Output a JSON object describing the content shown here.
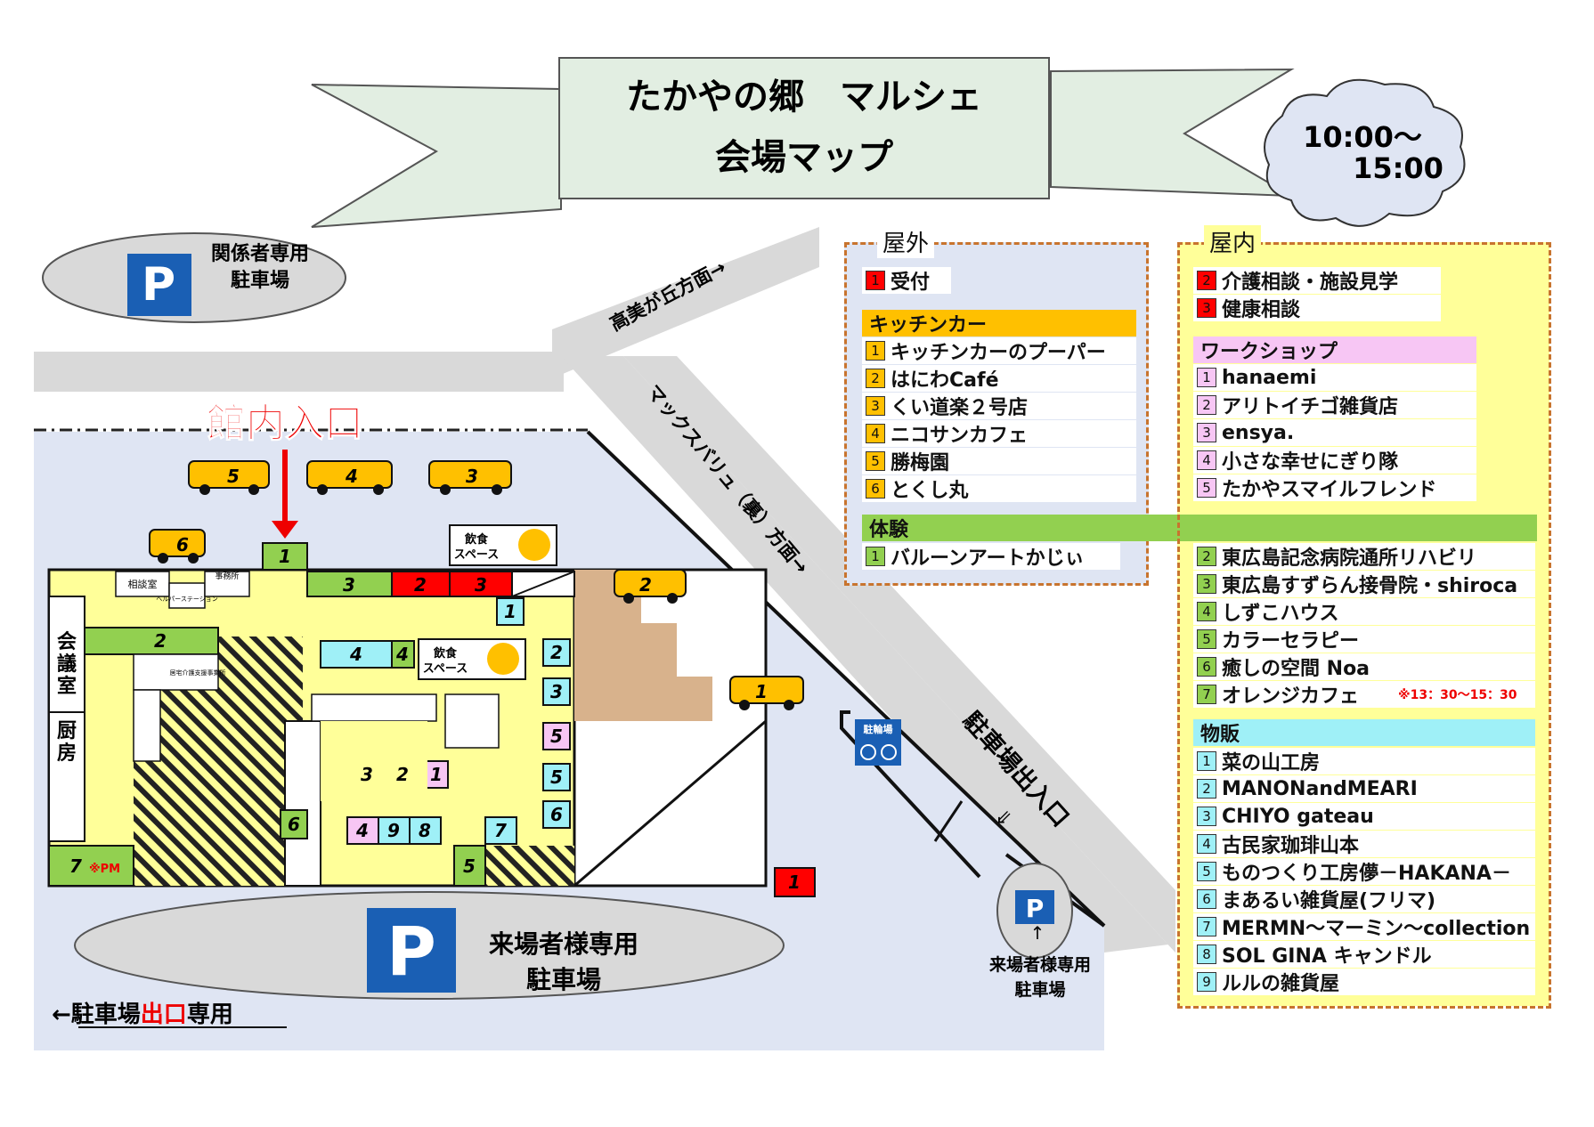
{
  "title": {
    "line1": "たかやの郷　マルシェ",
    "line2": "会場マップ"
  },
  "hours": {
    "start": "10:00～",
    "end": "15:00"
  },
  "colors": {
    "kitchen": "#ffc000",
    "workshop": "#f7c6f4",
    "experience": "#92d050",
    "sales": "#9ff0f7",
    "red": "#ff0000",
    "outdoor_bg": "#dfe5f3",
    "indoor_bg": "#ffff99"
  },
  "parking": {
    "staff_l1": "関係者専用",
    "staff_l2": "駐車場",
    "visitor_l1": "来場者様専用",
    "visitor_l2": "駐車場",
    "small_l1": "来場者様専用",
    "small_l2": "駐車場",
    "symbol": "P",
    "exit_note_a": "←駐車場",
    "exit_note_b": "出口",
    "exit_note_c": "専用"
  },
  "map_labels": {
    "entrance": "館内入口",
    "to_takami": "高美が丘方面→",
    "to_maxvalu": "マックスバリュ（裏）方面→",
    "parking_entrance": "駐車場出入口",
    "bicycle": "駐輪場",
    "arrow_up": "↑",
    "arrow_diag": "⇙",
    "meeting_room": "会議室",
    "kitchen_room": "厨房",
    "consult_room": "相談室",
    "office": "事務所",
    "helper_station": "ヘルパーステーション",
    "care_support": "居宅介護支援事業所",
    "food_space": "飲食スペース",
    "food_space_l1": "飲食",
    "food_space_l2": "スペース",
    "pm_note": "※PM"
  },
  "booths": {
    "trucks": [
      "5",
      "4",
      "3",
      "6",
      "2",
      "1"
    ],
    "b1": "1",
    "b2": "2",
    "b3": "3",
    "b4": "4",
    "b5": "5",
    "b6": "6",
    "b7": "7",
    "b8": "8",
    "b9": "9"
  },
  "outdoor": {
    "title": "屋外",
    "reception_num": "1",
    "reception": "受付",
    "kitchen_title": "キッチンカー",
    "kitchen": [
      {
        "n": "1",
        "name": "キッチンカーのプーパー"
      },
      {
        "n": "2",
        "name": "はにわCafé"
      },
      {
        "n": "3",
        "name": "くい道楽２号店"
      },
      {
        "n": "4",
        "name": "ニコサンカフェ"
      },
      {
        "n": "5",
        "name": "勝梅園"
      },
      {
        "n": "6",
        "name": "とくし丸"
      }
    ],
    "experience_title": "体験",
    "experience": [
      {
        "n": "1",
        "name": "バルーンアートかじぃ"
      }
    ]
  },
  "indoor": {
    "title": "屋内",
    "red_items": [
      {
        "n": "2",
        "name": "介護相談・施設見学"
      },
      {
        "n": "3",
        "name": "健康相談"
      }
    ],
    "workshop_title": "ワークショップ",
    "workshop": [
      {
        "n": "1",
        "name": "hanaemi"
      },
      {
        "n": "2",
        "name": "アリトイチゴ雑貨店"
      },
      {
        "n": "3",
        "name": "ensya."
      },
      {
        "n": "4",
        "name": "小さな幸せにぎり隊"
      },
      {
        "n": "5",
        "name": "たかやスマイルフレンド"
      }
    ],
    "experience": [
      {
        "n": "2",
        "name": "東広島記念病院通所リハビリ"
      },
      {
        "n": "3",
        "name": "東広島すずらん接骨院・shiroca"
      },
      {
        "n": "4",
        "name": "しずこハウス"
      },
      {
        "n": "5",
        "name": "カラーセラピー"
      },
      {
        "n": "6",
        "name": "癒しの空間 Noa"
      },
      {
        "n": "7",
        "name": "オレンジカフェ"
      }
    ],
    "orange_note": "※13：30～15：30",
    "sales_title": "物販",
    "sales": [
      {
        "n": "1",
        "name": "菜の山工房"
      },
      {
        "n": "2",
        "name": "MANONandMEARI"
      },
      {
        "n": "3",
        "name": "CHIYO gateau"
      },
      {
        "n": "4",
        "name": "古民家珈琲山本"
      },
      {
        "n": "5",
        "name": "ものつくり工房儚－HAKANA－"
      },
      {
        "n": "6",
        "name": "まあるい雑貨屋(フリマ)"
      },
      {
        "n": "7",
        "name": "MERMN～マーミン～collection"
      },
      {
        "n": "8",
        "name": "SOL GINA キャンドル"
      },
      {
        "n": "9",
        "name": "ルルの雑貨屋"
      }
    ]
  }
}
